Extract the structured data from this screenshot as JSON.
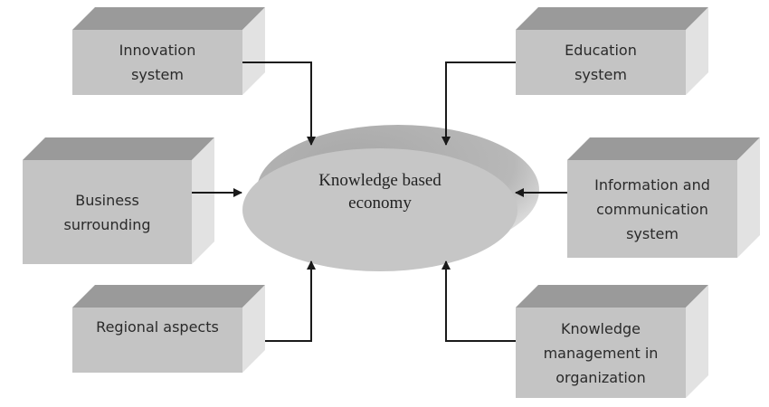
{
  "center": {
    "line1": "Knowledge based",
    "line2": "economy"
  },
  "boxes": {
    "innovation": {
      "line1": "Innovation",
      "line2": "system"
    },
    "business": {
      "line1": "Business",
      "line2": "surrounding"
    },
    "regional": {
      "line1": "Regional aspects"
    },
    "education": {
      "line1": "Education",
      "line2": "system"
    },
    "ict": {
      "line1": "Information and",
      "line2": "communication",
      "line3": "system"
    },
    "km": {
      "line1": "Knowledge",
      "line2": "management in",
      "line3": "organization"
    }
  },
  "colors": {
    "front": "#c4c4c4",
    "top": "#9a9a9a",
    "side": "#e2e2e2",
    "arrow": "#1a1a1a"
  }
}
